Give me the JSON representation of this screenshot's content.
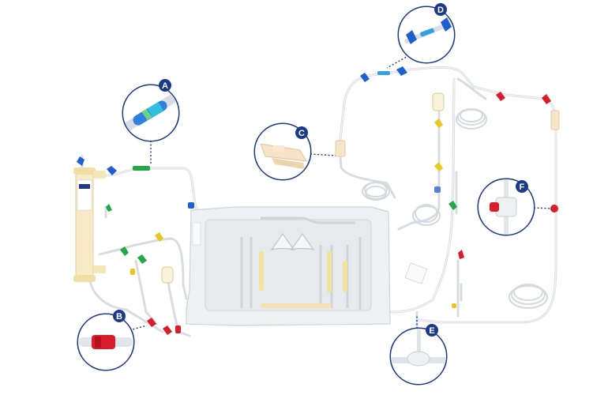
{
  "callouts": [
    {
      "id": "A",
      "label": "A"
    },
    {
      "id": "B",
      "label": "B"
    },
    {
      "id": "C",
      "label": "C"
    },
    {
      "id": "D",
      "label": "D"
    },
    {
      "id": "E",
      "label": "E"
    },
    {
      "id": "F",
      "label": "F"
    }
  ],
  "colors": {
    "callout_ring": "#1d3a8a",
    "tubing": "#d9dde2",
    "cassette": "#eef0f2",
    "clamp_blue": "#1f5fd0",
    "clamp_red": "#d81e2a",
    "clamp_yellow": "#e9c81b",
    "clamp_green": "#22a845",
    "filter_body": "#f4e6b8"
  },
  "icons": [
    "tubing-set-diagram",
    "filter-cartridge",
    "cassette-plate",
    "pinch-clamp",
    "connector-coupling"
  ]
}
